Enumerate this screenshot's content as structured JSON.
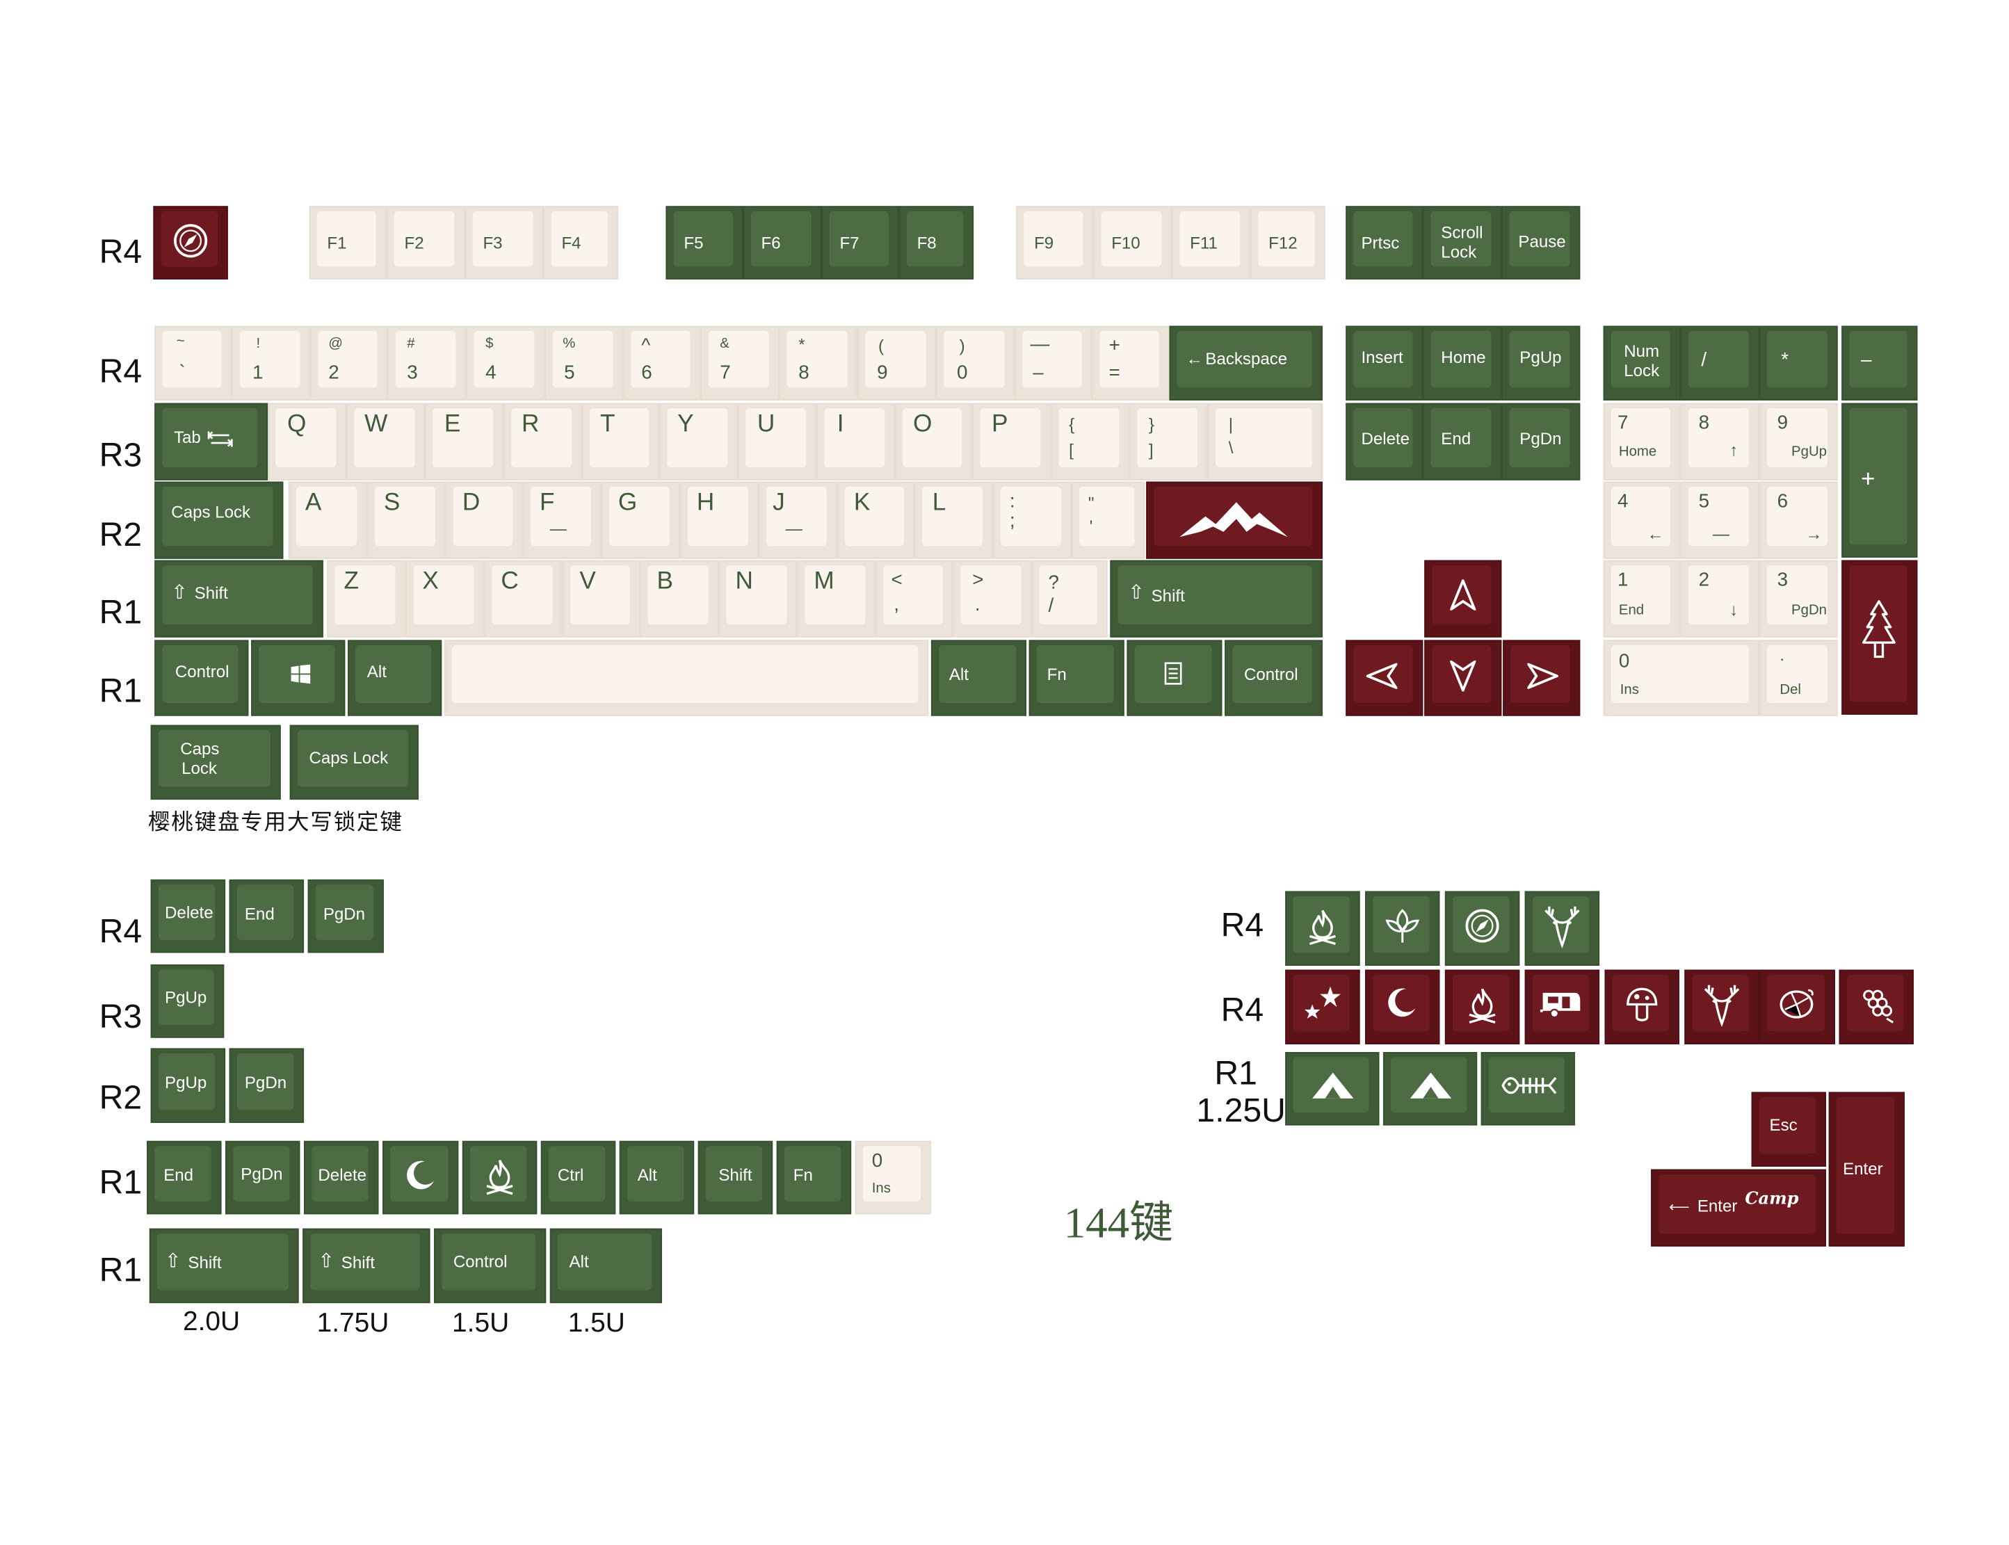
{
  "row_labels": {
    "fn_row": "R4",
    "num_row": "R4",
    "qwerty_row": "R3",
    "home_row": "R2",
    "shift_row": "R1",
    "bottom_row": "R1",
    "extra_r4": "R4",
    "extra_r3": "R3",
    "extra_r2": "R2",
    "extra_r1a": "R1",
    "extra_r1b": "R1",
    "icons_r4a": "R4",
    "icons_r4b": "R4",
    "icons_r1": "R1",
    "icons_r1_size": "1.25U"
  },
  "function_row": {
    "f1": "F1",
    "f2": "F2",
    "f3": "F3",
    "f4": "F4",
    "f5": "F5",
    "f6": "F6",
    "f7": "F7",
    "f8": "F8",
    "f9": "F9",
    "f10": "F10",
    "f11": "F11",
    "f12": "F12",
    "prtsc": "Prtsc",
    "scroll": "Scroll",
    "lock": "Lock",
    "pause": "Pause"
  },
  "number_row": {
    "tilde_top": "~",
    "tilde_bot": "`",
    "n1_top": "!",
    "n1_bot": "1",
    "n2_top": "@",
    "n2_bot": "2",
    "n3_top": "#",
    "n3_bot": "3",
    "n4_top": "$",
    "n4_bot": "4",
    "n5_top": "%",
    "n5_bot": "5",
    "n6_top": "^",
    "n6_bot": "6",
    "n7_top": "&",
    "n7_bot": "7",
    "n8_top": "*",
    "n8_bot": "8",
    "n9_top": "(",
    "n9_bot": "9",
    "n0_top": ")",
    "n0_bot": "0",
    "minus_top": "—",
    "minus_bot": "–",
    "equal_top": "+",
    "equal_bot": "=",
    "backspace": "Backspace"
  },
  "qwerty_row": {
    "tab": "Tab",
    "q": "Q",
    "w": "W",
    "e": "E",
    "r": "R",
    "t": "T",
    "y": "Y",
    "u": "U",
    "i": "I",
    "o": "O",
    "p": "P",
    "lbrace_top": "{",
    "lbrace_bot": "[",
    "rbrace_top": "}",
    "rbrace_bot": "]",
    "pipe_top": "|",
    "pipe_bot": "\\"
  },
  "home_row": {
    "caps": "Caps Lock",
    "a": "A",
    "s": "S",
    "d": "D",
    "f": "F",
    "g": "G",
    "h": "H",
    "j": "J",
    "k": "K",
    "l": "L",
    "semi_top": ":",
    "semi_bot": ";",
    "quote_top": "\"",
    "quote_bot": "'",
    "f_bump": "—",
    "j_bump": "—"
  },
  "shift_row": {
    "lshift": "Shift",
    "z": "Z",
    "x": "X",
    "c": "C",
    "v": "V",
    "b": "B",
    "n": "N",
    "m": "M",
    "comma_top": "<",
    "comma_bot": ",",
    "period_top": ">",
    "period_bot": ".",
    "slash_top": "?",
    "slash_bot": "/",
    "rshift": "Shift"
  },
  "bottom_row": {
    "lctrl": "Control",
    "lalt": "Alt",
    "ralt": "Alt",
    "fn": "Fn",
    "rctrl": "Control"
  },
  "nav_cluster": {
    "insert": "Insert",
    "home": "Home",
    "pgup": "PgUp",
    "delete": "Delete",
    "end": "End",
    "pgdn": "PgDn"
  },
  "numpad": {
    "numlock_1": "Num",
    "numlock_2": "Lock",
    "divide": "/",
    "multiply": "*",
    "minus": "–",
    "plus": "+",
    "n7": "7",
    "n7_sub": "Home",
    "n8": "8",
    "n8_sub": "↑",
    "n9": "9",
    "n9_sub": "PgUp",
    "n4": "4",
    "n4_sub": "←",
    "n5": "5",
    "n5_sub": "—",
    "n6": "6",
    "n6_sub": "→",
    "n1": "1",
    "n1_sub": "End",
    "n2": "2",
    "n2_sub": "↓",
    "n3": "3",
    "n3_sub": "PgDn",
    "n0": "0",
    "n0_sub": "Ins",
    "dot": ".",
    "dot_sub": "Del"
  },
  "caps_extras": {
    "caps_a_1": "Caps",
    "caps_a_2": "Lock",
    "caps_b": "Caps Lock",
    "note": "樱桃键盘专用大写锁定键"
  },
  "extra_keys": {
    "r4_delete": "Delete",
    "r4_end": "End",
    "r4_pgdn": "PgDn",
    "r3_pgup": "PgUp",
    "r2_pgup": "PgUp",
    "r2_pgdn": "PgDn",
    "r1_end": "End",
    "r1_pgdn": "PgDn",
    "r1_delete": "Delete",
    "r1_ctrl": "Ctrl",
    "r1_alt": "Alt",
    "r1_shift": "Shift",
    "r1_fn": "Fn",
    "r1_zero": "0",
    "r1_zero_sub": "Ins",
    "mod_shift_a": "Shift",
    "mod_shift_b": "Shift",
    "mod_control": "Control",
    "mod_alt": "Alt",
    "size_a": "2.0U",
    "size_b": "1.75U",
    "size_c": "1.5U",
    "size_d": "1.5U"
  },
  "enter_keys": {
    "esc": "Esc",
    "enter": "Enter",
    "enter_camp_label": "Enter",
    "camp": "Camp"
  },
  "key_count": "144键",
  "icons": {
    "esc_key": "compass-icon",
    "menu_key": "menu-icon",
    "win_key": "windows-logo-icon",
    "enter_key": "mountain-icon",
    "arrow_up": "arrow-up-icon",
    "arrow_left": "arrow-left-icon",
    "arrow_down": "arrow-down-icon",
    "arrow_right": "arrow-right-icon",
    "numpad_enter": "pine-tree-icon",
    "novelty_green": [
      "campfire-icon",
      "leaf-icon",
      "compass-icon",
      "deer-icon"
    ],
    "novelty_red": [
      "stars-icon",
      "moon-icon",
      "campfire-icon",
      "camper-trailer-icon",
      "mushroom-icon",
      "deer-icon",
      "lemon-icon",
      "grapes-icon"
    ],
    "tents": [
      "tent-icon",
      "tent-icon",
      "fish-bone-icon"
    ]
  },
  "colors": {
    "green_keycap": "#4d6c43",
    "red_keycap": "#6e1a20",
    "cream_keycap": "#fbf4ee",
    "legend_green": "#3f5a37"
  }
}
